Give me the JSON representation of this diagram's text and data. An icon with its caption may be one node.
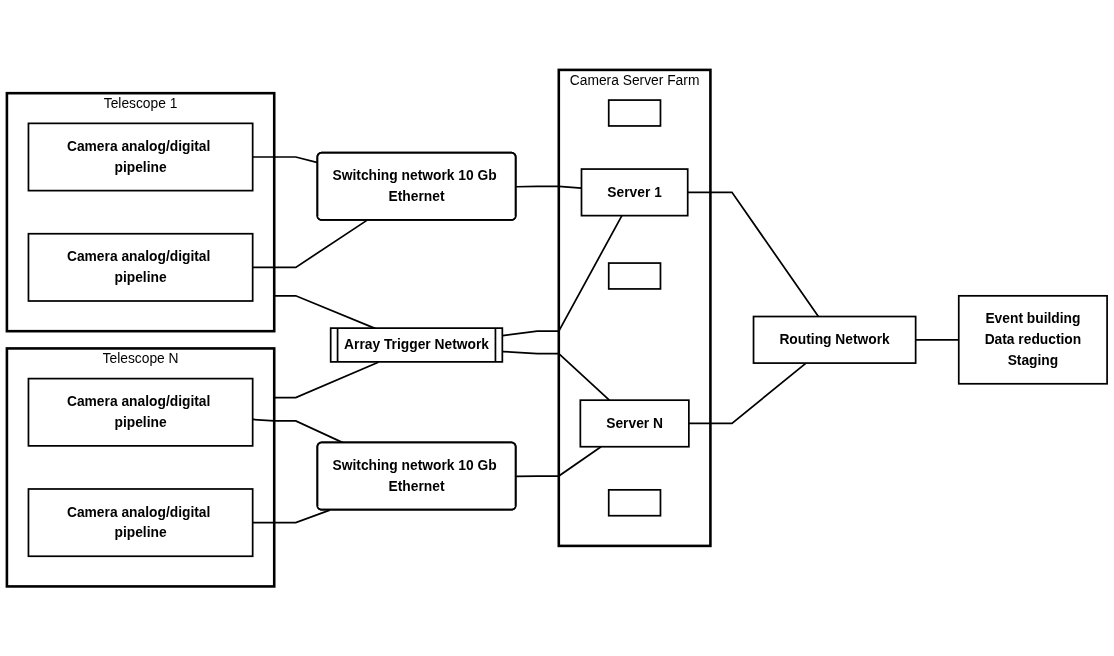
{
  "diagram": {
    "nodes": [
      {
        "text": [
          "Telescope 1"
        ]
      },
      {
        "text": [
          "Camera analog/digital pipeline"
        ],
        "in": 0
      },
      {
        "text": [
          "Camera analog/digital pipeline"
        ],
        "in": 0
      },
      {
        "text": [
          "Telescope N"
        ]
      },
      {
        "text": [
          "Camera analog/digital pipeline"
        ],
        "in": 3
      },
      {
        "text": [
          "Camera analog/digital pipeline"
        ],
        "in": 3
      },
      {
        "text": [
          "Switching network 10 Gb Ethernet"
        ]
      },
      {
        "text": [
          "Array Trigger Network"
        ]
      },
      {
        "text": [
          "Switching network 10 Gb Ethernet"
        ]
      },
      {
        "text": [
          "Camera Server Farm"
        ]
      },
      {
        "text": [],
        "shape": "box",
        "in": 9
      },
      {
        "text": [
          "Server 1"
        ],
        "in": 9
      },
      {
        "text": [],
        "shape": "box",
        "in": 9
      },
      {
        "text": [
          "Server N"
        ],
        "in": 9
      },
      {
        "text": [],
        "shape": "box",
        "in": 9
      },
      {
        "text": [
          "Routing Network"
        ]
      },
      {
        "text": [
          "Event building",
          "Data reduction",
          "Staging"
        ]
      }
    ],
    "edges": [
      {
        "from": 1,
        "to": 6,
        "arrow": "none"
      },
      {
        "from": 2,
        "to": 6,
        "arrow": "none"
      },
      {
        "from": 0,
        "to": 7,
        "arrow": "none"
      },
      {
        "from": 3,
        "to": 7,
        "arrow": "none"
      },
      {
        "from": 4,
        "to": 8,
        "arrow": "none"
      },
      {
        "from": 5,
        "to": 8,
        "arrow": "none"
      },
      {
        "from": 6,
        "to": 11,
        "arrow": "none"
      },
      {
        "from": 7,
        "to": 11,
        "arrow": "none"
      },
      {
        "from": 7,
        "to": 13,
        "arrow": "none"
      },
      {
        "from": 8,
        "to": 13,
        "arrow": "none"
      },
      {
        "from": 11,
        "to": 15,
        "arrow": "none"
      },
      {
        "from": 13,
        "to": 15,
        "arrow": "none"
      },
      {
        "from": 15,
        "to": 16,
        "arrow": "none"
      }
    ]
  }
}
